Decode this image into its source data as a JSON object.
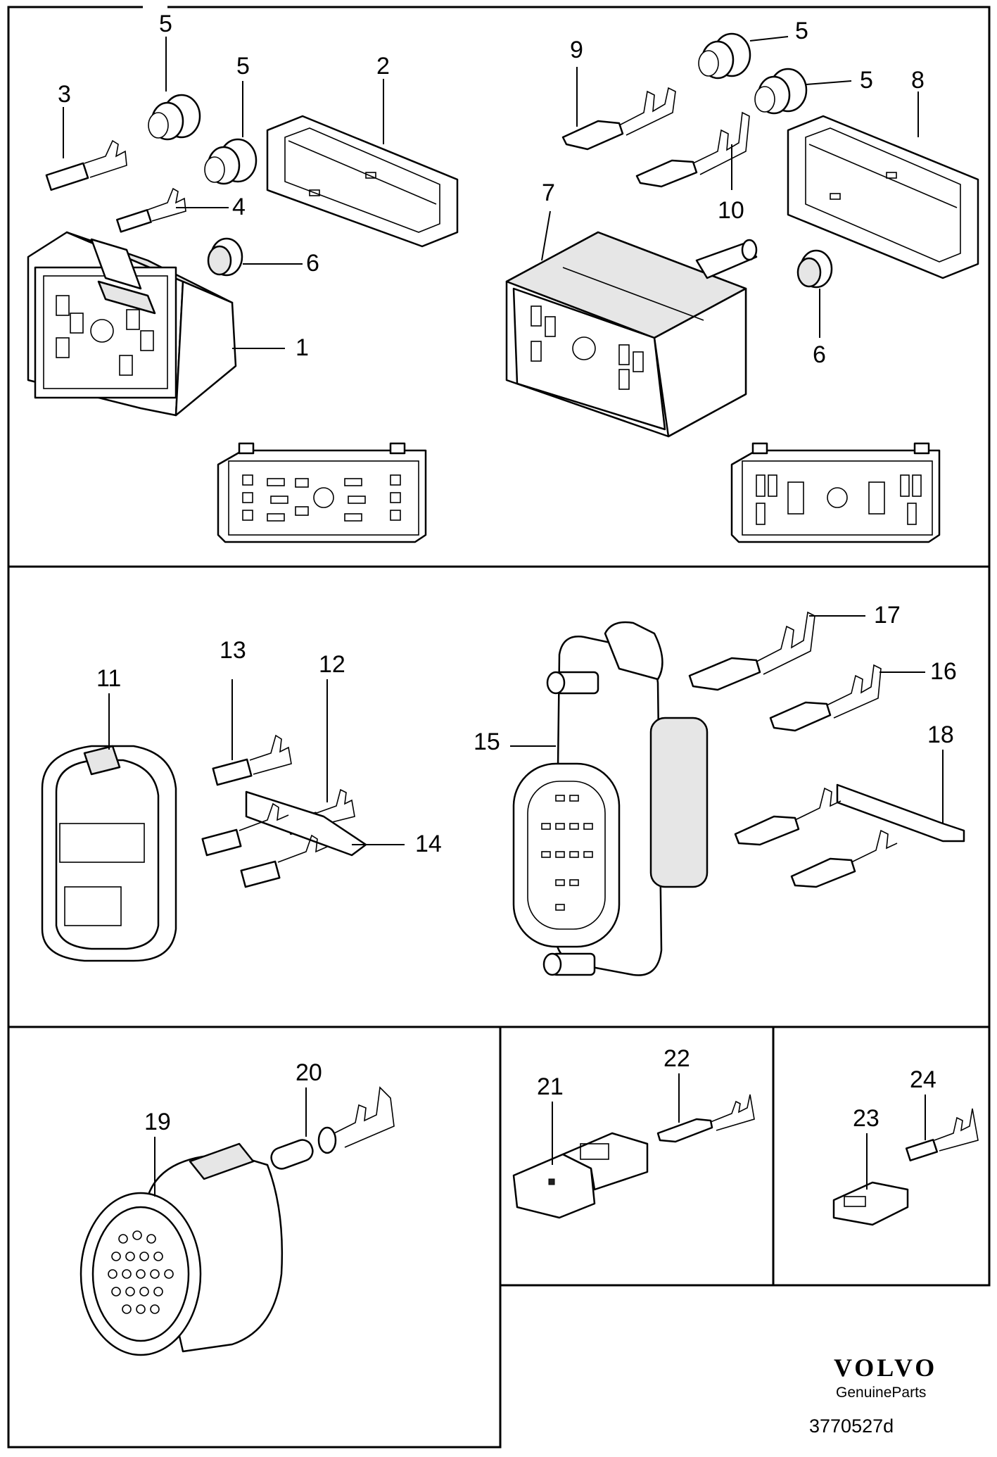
{
  "callouts": {
    "c1": "1",
    "c2": "2",
    "c3": "3",
    "c4": "4",
    "c5a": "5",
    "c5b": "5",
    "c5c": "5",
    "c5d": "5",
    "c6a": "6",
    "c6b": "6",
    "c7": "7",
    "c8": "8",
    "c9": "9",
    "c10": "10",
    "c11": "11",
    "c12": "12",
    "c13": "13",
    "c14": "14",
    "c15": "15",
    "c16": "16",
    "c17": "17",
    "c18": "18",
    "c19": "19",
    "c20": "20",
    "c21": "21",
    "c22": "22",
    "c23": "23",
    "c24": "24"
  },
  "brand": {
    "logo": "VOLVO",
    "tagline": "GenuineParts",
    "diagram_ref": "3770527d"
  }
}
